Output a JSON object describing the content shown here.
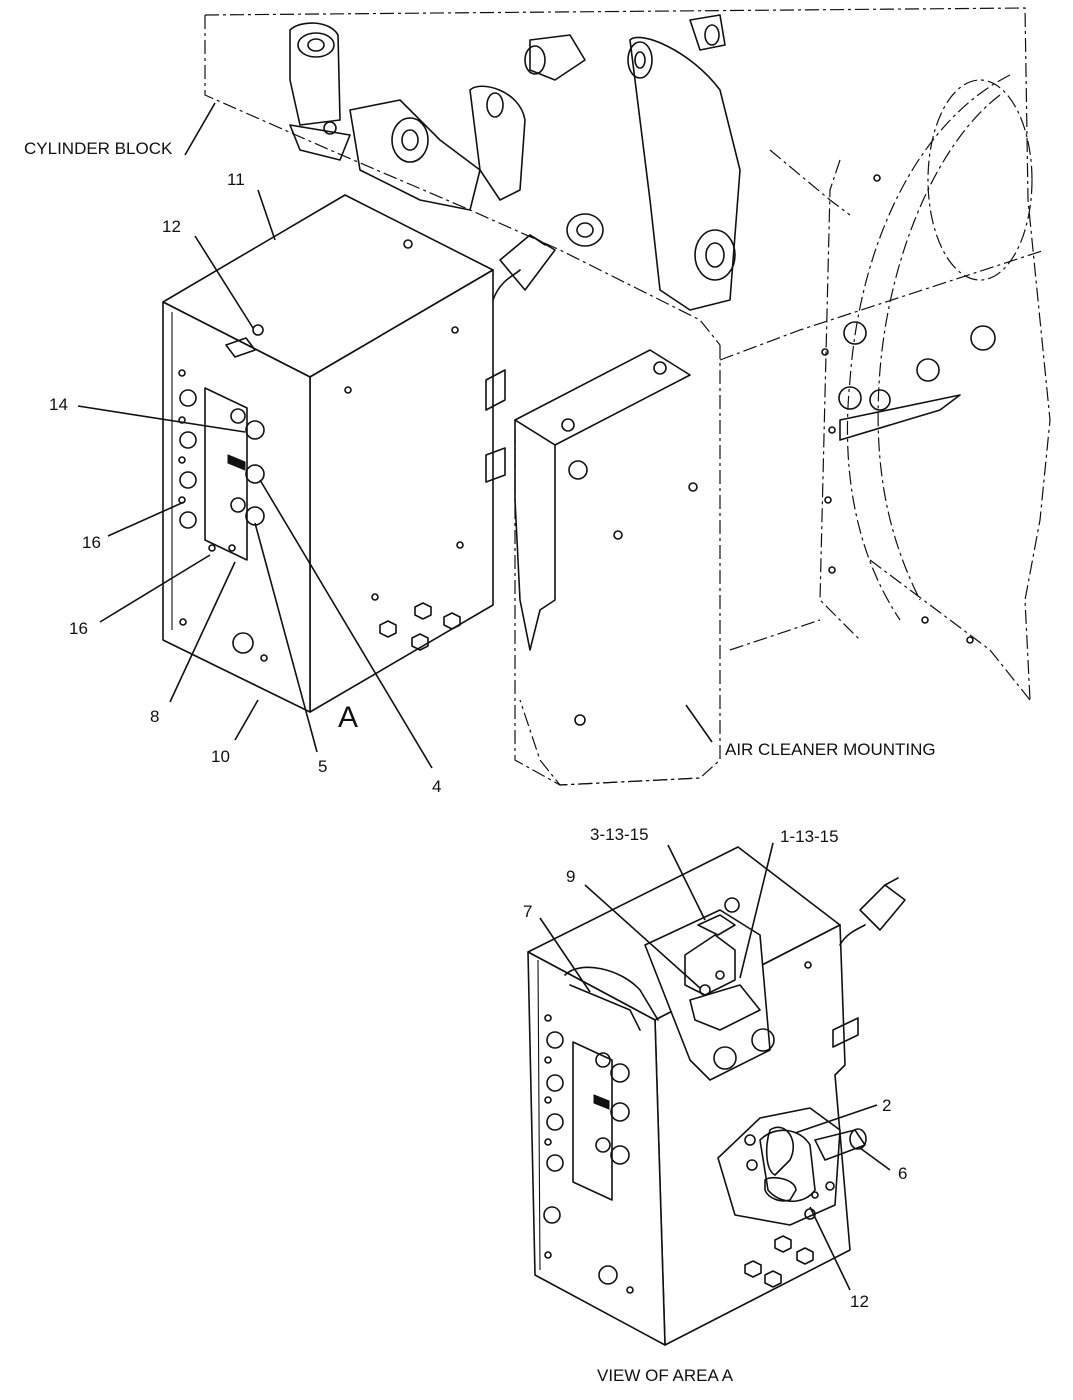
{
  "callouts": {
    "cylinder_block": "CYLINDER BLOCK",
    "air_cleaner_mounting": "AIR CLEANER MOUNTING",
    "area_marker": "A",
    "view_caption": "VIEW OF AREA  A",
    "upper": {
      "c11": "11",
      "c12": "12",
      "c14": "14",
      "c16a": "16",
      "c16b": "16",
      "c8": "8",
      "c10": "10",
      "c5": "5",
      "c4": "4"
    },
    "lower": {
      "c3_13_15": "3-13-15",
      "c1_13_15": "1-13-15",
      "c9": "9",
      "c7": "7",
      "c2": "2",
      "c6": "6",
      "c12": "12"
    }
  }
}
